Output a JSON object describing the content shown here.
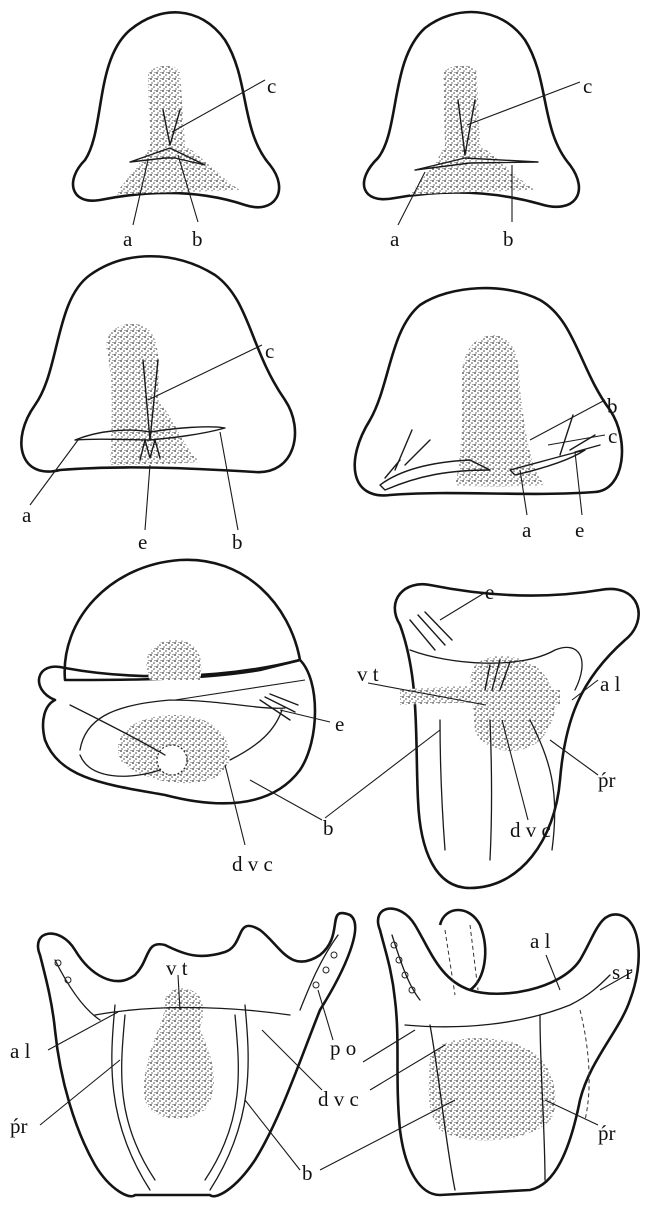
{
  "labels": {
    "a": "a",
    "b": "b",
    "c": "c",
    "e": "e",
    "vt": "v t",
    "al": "a l",
    "al_italic": "a",
    "al_l": "l",
    "pr": "ṕr",
    "dvc": "d v c",
    "po": "p o",
    "sr": "s r"
  }
}
